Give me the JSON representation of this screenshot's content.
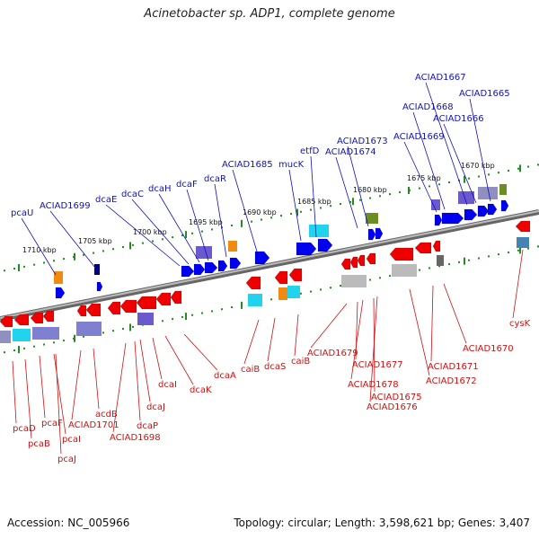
{
  "title": "Acinetobacter sp. ADP1, complete genome",
  "footer": {
    "accession": "Accession: NC_005966",
    "summary": "Topology: circular; Length: 3,598,621 bp; Genes: 3,407"
  },
  "colors": {
    "forward_label": "#1010c0",
    "reverse_label": "#d01010",
    "gene_forward": "#0000ee",
    "gene_reverse": "#ee0000",
    "backbone": "#888888",
    "tick": "#228b22"
  },
  "ticks": [
    "1710 kbp",
    "1705 kbp",
    "1700 kbp",
    "1695 kbp",
    "1690 kbp",
    "1685 kbp",
    "1680 kbp",
    "1675 kbp",
    "1670 kbp"
  ],
  "forward_labels": [
    "pcaU",
    "ACIAD1699",
    "dcaE",
    "dcaC",
    "dcaH",
    "dcaF",
    "dcaR",
    "ACIAD1685",
    "mucK",
    "etfD",
    "ACIAD1673",
    "ACIAD1674",
    "ACIAD1669",
    "ACIAD1668",
    "ACIAD1667",
    "ACIAD1666",
    "ACIAD1665"
  ],
  "reverse_labels": [
    "pcaD",
    "pcaB",
    "pcaF",
    "pcaI",
    "pcaJ",
    "ACIAD1701",
    "acdB",
    "ACIAD1698",
    "dcaP",
    "dcaJ",
    "dcaI",
    "dcaK",
    "dcaA",
    "caiB",
    "dcaS",
    "caiB",
    "ACIAD1679",
    "ACIAD1677",
    "ACIAD1678",
    "ACIAD1675",
    "ACIAD1676",
    "ACIAD1672",
    "ACIAD1671",
    "ACIAD1670",
    "cysK"
  ]
}
